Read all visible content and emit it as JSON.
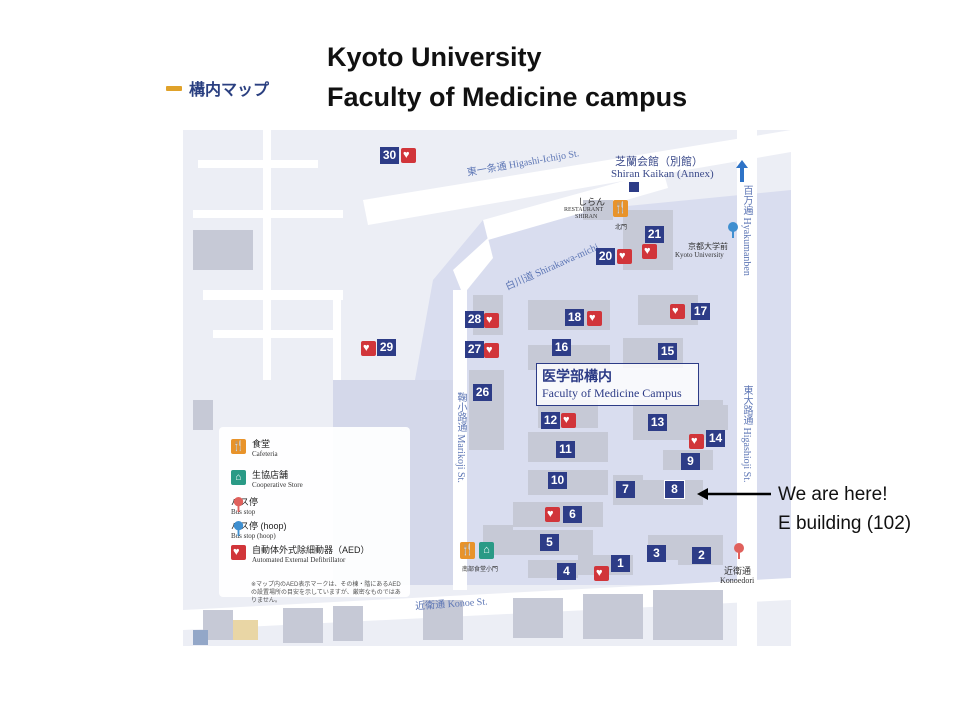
{
  "header": {
    "title_line1": "Kyoto University",
    "title_line2": "Faculty of Medicine campus",
    "section_label": "構内マップ"
  },
  "compass": {
    "label": "N"
  },
  "map": {
    "campus_label_jp": "医学部構内",
    "campus_label_en": "Faculty of Medicine Campus",
    "streets": {
      "higashi_ichijo": "東一条通 Higashi-Ichijo St.",
      "shirakawa": "白川道 Shirakawa-michi",
      "konoe": "近衛通 Konoe St.",
      "marikoji": "鞠小路通 Marikoji St.",
      "higashioji": "東大路通 Higashioji St.",
      "hyakumanben": "百万遍 Hyakumanben"
    },
    "places": {
      "shiran_kaikan_jp": "芝蘭会館（別館）",
      "shiran_kaikan_en": "Shiran Kaikan (Annex)",
      "restaurant_jp": "しらん",
      "restaurant_en1": "RESTAURANT",
      "restaurant_en2": "SHIRAN",
      "north_gate": "北門",
      "bus_kyoto_jp": "京都大学前",
      "bus_kyoto_en": "Kyoto University",
      "bus_konoe_jp": "近衛通",
      "bus_konoe_en": "Konoedori",
      "south_cafeteria": "南部食堂小門"
    },
    "buildings": [
      "30",
      "21",
      "20",
      "17",
      "18",
      "28",
      "29",
      "27",
      "16",
      "15",
      "26",
      "12",
      "13",
      "14",
      "11",
      "9",
      "10",
      "7",
      "8",
      "6",
      "5",
      "3",
      "1",
      "2",
      "4"
    ]
  },
  "legend": {
    "cafeteria_jp": "食堂",
    "cafeteria_en": "Cafeteria",
    "coop_jp": "生協店舗",
    "coop_en": "Cooperative Store",
    "busstop_jp": "バス停",
    "busstop_en": "Bus stop",
    "hoop_jp": "バス停 (hoop)",
    "hoop_en": "Bus stop (hoop)",
    "aed_jp": "自動体外式除細動器（AED）",
    "aed_en": "Automated External Defibrillator",
    "note": "※マップ内のAED表示マークは、その棟・階にあるAEDの設置場所の目安を示していますが、厳密なものではありません。"
  },
  "callout": {
    "line1": "We are here!",
    "line2": "E building (102)"
  },
  "colors": {
    "building_number": "#2d3c87",
    "aed": "#d1353a",
    "cafeteria": "#e8932a",
    "coop": "#2a9a86",
    "accent_bar": "#e0a22a"
  }
}
